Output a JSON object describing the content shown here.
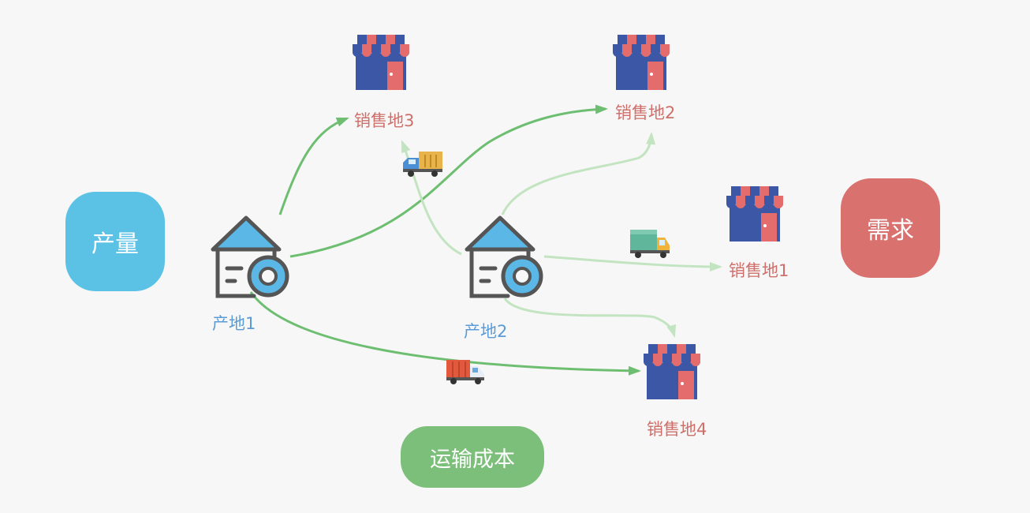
{
  "badges": {
    "production": "产量",
    "demand": "需求",
    "transport_cost": "运输成本"
  },
  "origins": [
    {
      "label": "产地1"
    },
    {
      "label": "产地2"
    }
  ],
  "stores": [
    {
      "label": "销售地3"
    },
    {
      "label": "销售地2"
    },
    {
      "label": "销售地1"
    },
    {
      "label": "销售地4"
    }
  ],
  "colors": {
    "production_badge": "#5bc2e6",
    "demand_badge": "#d9716f",
    "cost_badge": "#7cbf7a",
    "origin_label": "#5b9bd5",
    "store_label": "#cf6f6a",
    "route_origin1": "#6ebe71",
    "route_origin2": "#c3e4c1",
    "store_blue": "#3b57a6",
    "store_red": "#e46c6c"
  }
}
